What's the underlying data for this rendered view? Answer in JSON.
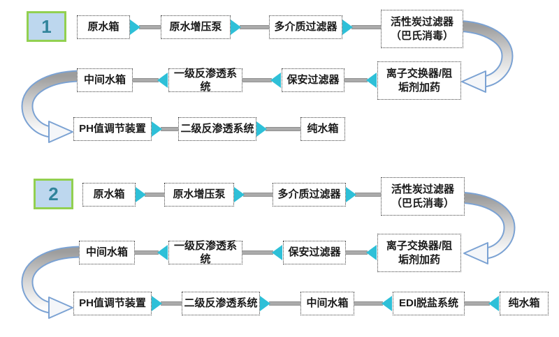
{
  "colors": {
    "badge_fill": "#bdd7ee",
    "badge_border": "#92d050",
    "badge_text": "#31849b",
    "box_border": "#404040",
    "box_text": "#1a1a1a",
    "arrow_fill": "#2ec0d8",
    "line_fill": "#ababab",
    "line_edge": "#8f8f8f",
    "ribbon_edge": "#7ba2d3"
  },
  "processes": [
    {
      "number": "1",
      "row1": [
        "原水箱",
        "原水增压泵",
        "多介质过滤器",
        "活性炭过滤器\n（巴氏消毒）"
      ],
      "row2": [
        "中间水箱",
        "一级反渗透系统",
        "保安过滤器",
        "离子交换器/阻\n垢剂加药"
      ],
      "row3": [
        "PH值调节装置",
        "二级反渗透系统",
        "纯水箱"
      ]
    },
    {
      "number": "2",
      "row1": [
        "原水箱",
        "原水增压泵",
        "多介质过滤器",
        "活性炭过滤器\n（巴氏消毒）"
      ],
      "row2": [
        "中间水箱",
        "一级反渗透系统",
        "保安过滤器",
        "离子交换器/阻\n垢剂加药"
      ],
      "row3": [
        "PH值调节装置",
        "二级反渗透系统",
        "中间水箱",
        "EDI脱盐系统",
        "纯水箱"
      ]
    }
  ]
}
